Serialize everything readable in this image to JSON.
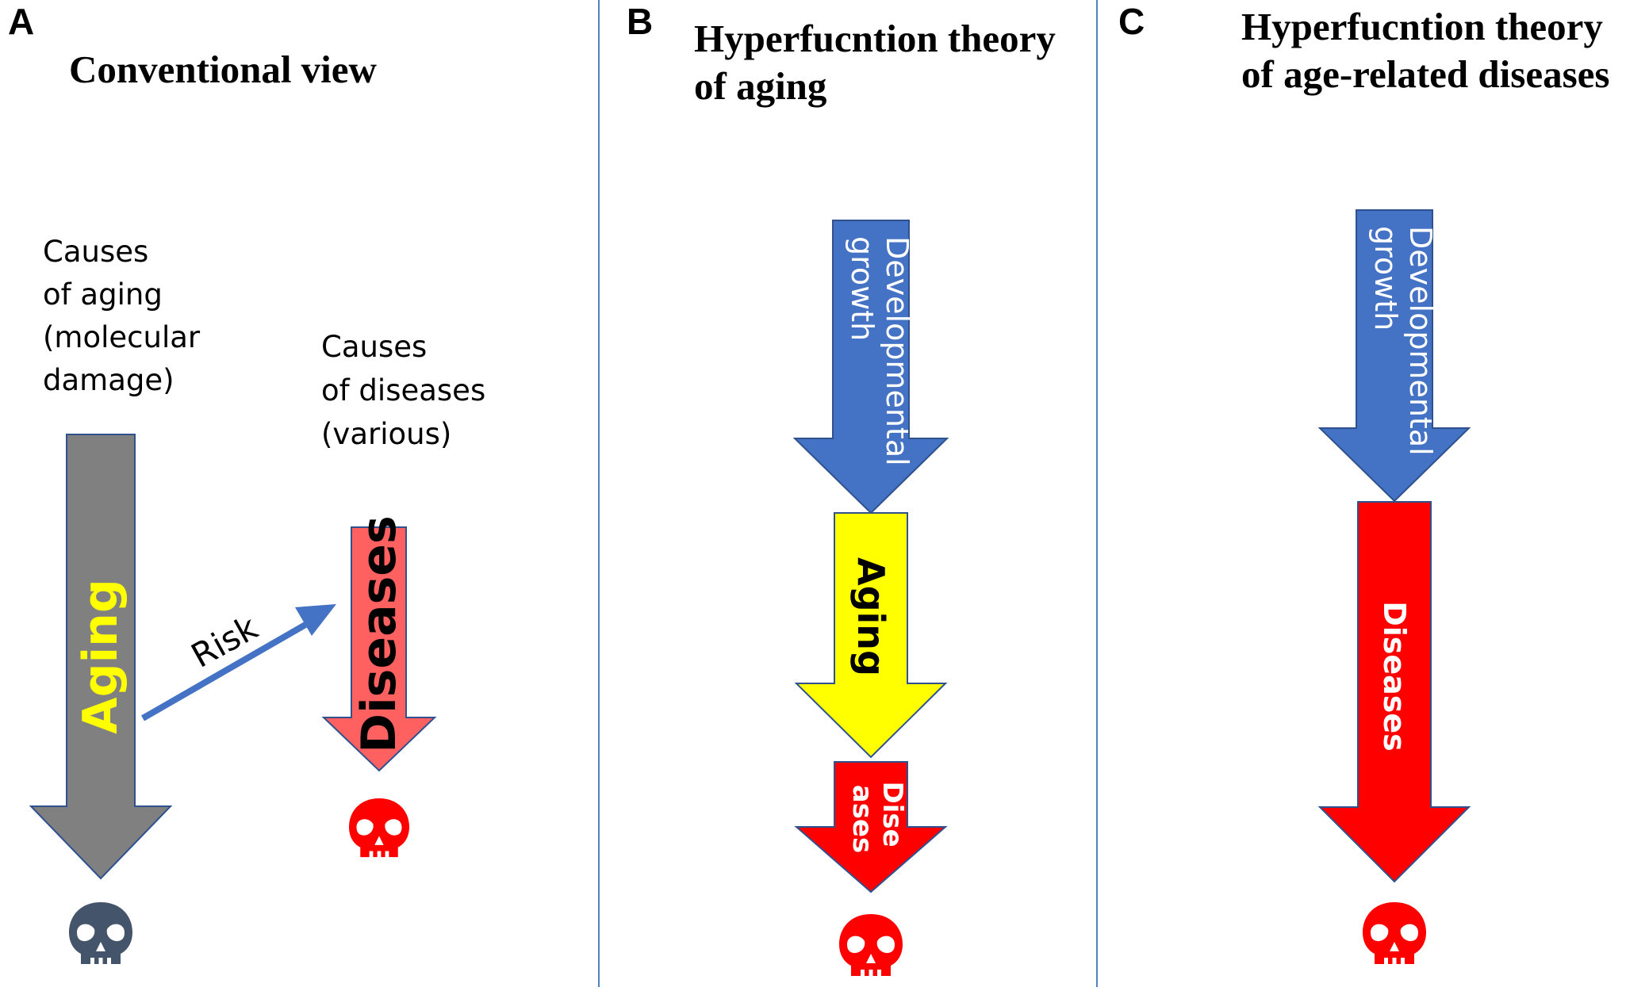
{
  "colors": {
    "gray_arrow": "#808080",
    "blue_arrow": "#4472c4",
    "arrow_outline": "#2f528f",
    "yellow_arrow": "#ffff00",
    "red_arrow": "#ff0000",
    "salmon_arrow": "#ff6060",
    "aging_text_A": "#ffff00",
    "divider": "#4f81bd",
    "gray_skull": "#44546a",
    "red_skull": "#ff0000"
  },
  "icons": {
    "skull": "skull-icon"
  },
  "panelA": {
    "letter": "A",
    "title": "Conventional view",
    "causes_aging": [
      "Causes",
      "of aging",
      "(molecular",
      "damage)"
    ],
    "causes_diseases": [
      "Causes",
      "of diseases",
      "(various)"
    ],
    "aging_label": "Aging",
    "risk_label": "Risk",
    "diseases_label": "Diseases"
  },
  "panelB": {
    "letter": "B",
    "title": [
      "Hyperfucntion theory",
      "of aging"
    ],
    "dev_label": [
      "Developmental",
      "growth"
    ],
    "aging_label": "Aging",
    "diseases_label": [
      "Dise",
      "ases"
    ]
  },
  "panelC": {
    "letter": "C",
    "title": [
      "Hyperfucntion theory",
      "of age-related diseases"
    ],
    "dev_label": [
      "Developmental",
      "growth"
    ],
    "diseases_label": "Diseases"
  }
}
